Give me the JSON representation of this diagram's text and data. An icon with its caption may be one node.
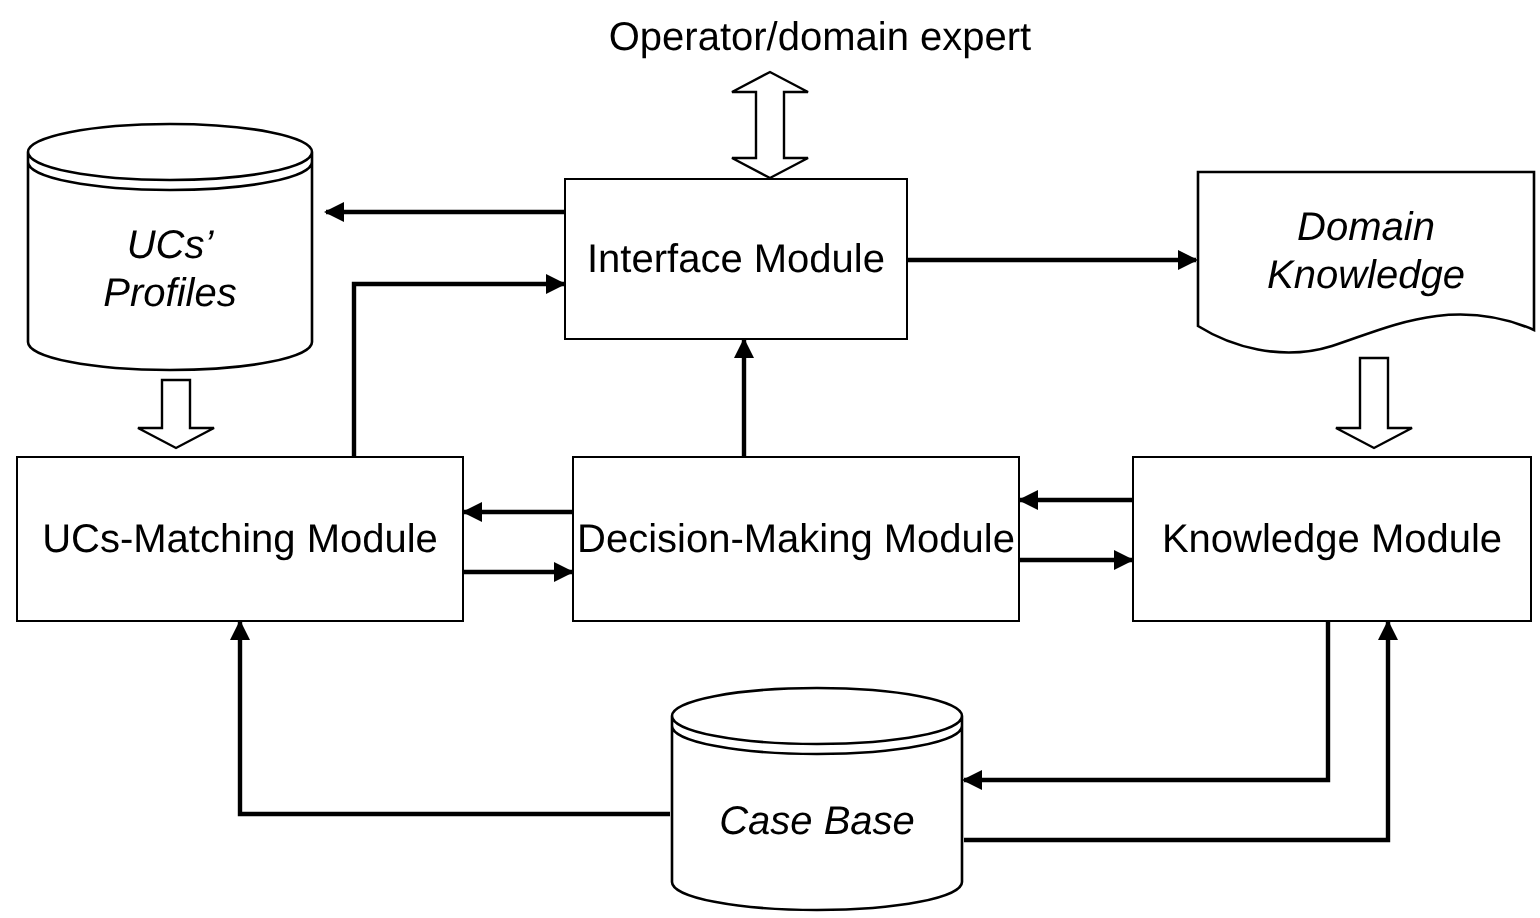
{
  "diagram": {
    "nodes": [
      {
        "text": [
          "Operator/domain expert"
        ]
      },
      {
        "text": [
          "UCs’ Profiles"
        ]
      },
      {
        "text": [
          "Interface Module"
        ]
      },
      {
        "text": [
          "Domain Knowledge"
        ]
      },
      {
        "text": [
          "UCs-Matching Module"
        ]
      },
      {
        "text": [
          "Decision-Making Module"
        ]
      },
      {
        "text": [
          "Knowledge Module"
        ]
      },
      {
        "text": [
          "Case Base"
        ]
      }
    ],
    "edges": [
      {
        "from": 0,
        "to": 2,
        "arrow": "both",
        "style": "thick"
      },
      {
        "from": 2,
        "to": 1,
        "arrow": "to"
      },
      {
        "from": 4,
        "to": 2,
        "arrow": "to"
      },
      {
        "from": 2,
        "to": 3,
        "arrow": "to"
      },
      {
        "from": 1,
        "to": 4,
        "arrow": "to",
        "style": "thick"
      },
      {
        "from": 3,
        "to": 6,
        "arrow": "to",
        "style": "thick"
      },
      {
        "from": 5,
        "to": 2,
        "arrow": "to"
      },
      {
        "from": 5,
        "to": 4,
        "arrow": "to"
      },
      {
        "from": 4,
        "to": 5,
        "arrow": "to"
      },
      {
        "from": 6,
        "to": 5,
        "arrow": "to"
      },
      {
        "from": 5,
        "to": 6,
        "arrow": "to"
      },
      {
        "from": 6,
        "to": 7,
        "arrow": "to"
      },
      {
        "from": 7,
        "to": 6,
        "arrow": "to"
      },
      {
        "from": 7,
        "to": 4,
        "arrow": "to"
      }
    ]
  }
}
